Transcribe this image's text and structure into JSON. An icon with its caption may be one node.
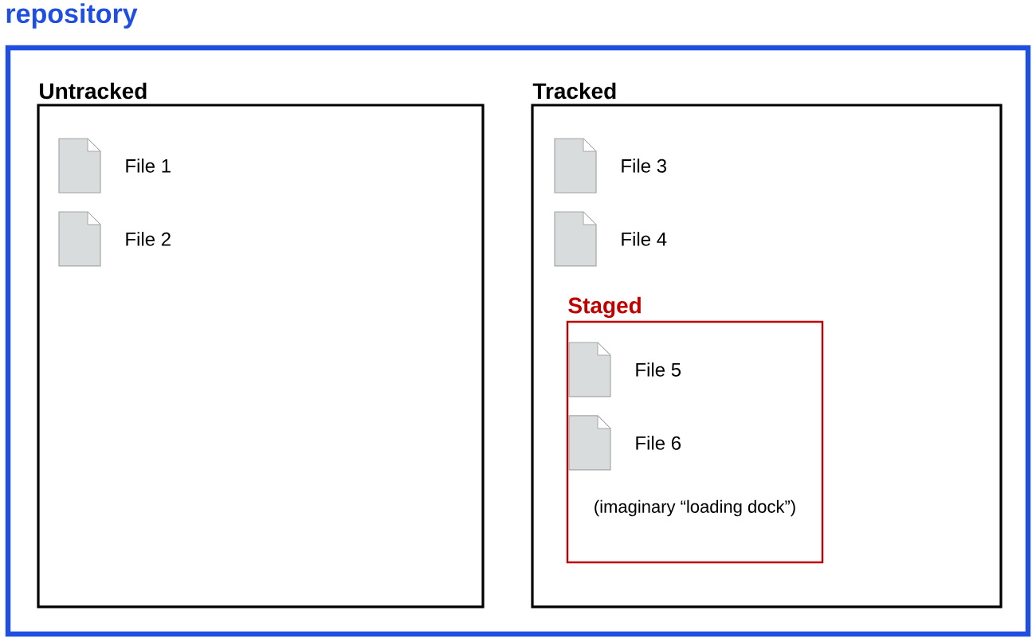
{
  "diagram": {
    "nodes": [
      {
        "text": [
          "repository"
        ]
      },
      {
        "text": [
          "Untracked"
        ],
        "in": 0
      },
      {
        "text": [
          "File 1"
        ],
        "in": 1
      },
      {
        "text": [
          "File 2"
        ],
        "in": 1
      },
      {
        "text": [
          "Tracked"
        ],
        "in": 0
      },
      {
        "text": [
          "File 3"
        ],
        "in": 4
      },
      {
        "text": [
          "File 4"
        ],
        "in": 4
      },
      {
        "text": [
          "Staged",
          "(imaginary “loading dock”)"
        ],
        "in": 4
      },
      {
        "text": [
          "File 5"
        ],
        "in": 7
      },
      {
        "text": [
          "File 6"
        ],
        "in": 7
      }
    ]
  }
}
